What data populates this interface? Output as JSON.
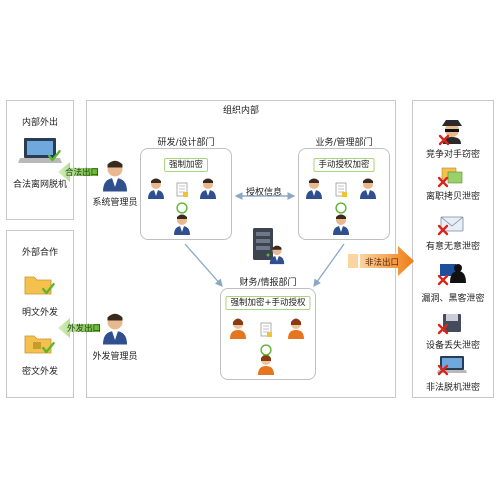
{
  "left_top": {
    "title": "内部外出",
    "laptop_caption": "合法离网脱机"
  },
  "left_bottom": {
    "title": "外部合作",
    "plain_caption": "明文外发",
    "cipher_caption": "密文外发"
  },
  "arrows": {
    "legal_out": "合法出口",
    "external_out": "外发出口",
    "illegal_out": "非法出口"
  },
  "people": {
    "sys_admin": "系统管理员",
    "ext_admin": "外发管理员"
  },
  "org": {
    "title": "组织内部",
    "auth_info": "授权信息",
    "rd": {
      "label": "研发/设计部门",
      "badge": "强制加密"
    },
    "biz": {
      "label": "业务/管理部门",
      "badge": "手动授权加密"
    },
    "fin": {
      "label": "财务/情报部门",
      "badge": "强制加密+手动授权"
    }
  },
  "risks": [
    "竞争对手窃密",
    "离职拷贝泄密",
    "有意无意泄密",
    "漏洞、黑客泄密",
    "设备丢失泄密",
    "非法脱机泄密"
  ],
  "colors": {
    "green": "#5cb531",
    "orange": "#f08a1e",
    "red": "#d9261c",
    "arrow": "#8aa8c6"
  }
}
